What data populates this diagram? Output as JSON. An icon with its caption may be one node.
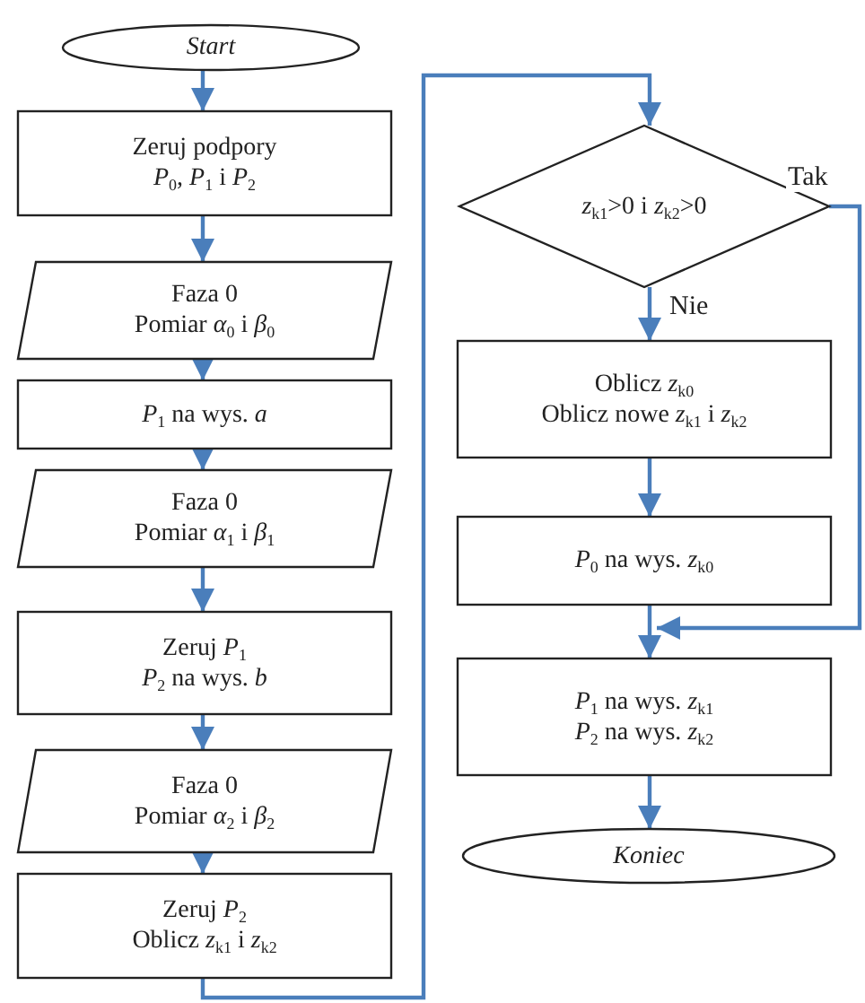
{
  "diagram": {
    "nodes": [
      {
        "text": [
          "Start"
        ]
      },
      {
        "text": [
          "Zeruj podpory",
          "*P*$_{0}$, *P*$_{1}$ i *P*$_{2}$"
        ]
      },
      {
        "text": [
          "Faza 0",
          "Pomiar *α*$_{0}$ i *β*$_{0}$"
        ]
      },
      {
        "text": [
          "*P*$_{1}$ na wys. *a*"
        ]
      },
      {
        "text": [
          "Faza 0",
          "Pomiar *α*$_{1}$ i *β*$_{1}$"
        ]
      },
      {
        "text": [
          "Zeruj *P*$_{1}$",
          "*P*$_{2}$ na wys. *b*"
        ]
      },
      {
        "text": [
          "Faza 0",
          "Pomiar *α*$_{2}$ i *β*$_{2}$"
        ]
      },
      {
        "text": [
          "Zeruj *P*$_{2}$",
          "Oblicz *z*$_{k1}$ i *z*$_{k2}$"
        ]
      },
      {
        "text": [
          "*z*$_{k1}$>0 i *z*$_{k2}$>0"
        ]
      },
      {
        "text": [
          "Oblicz *z*$_{k0}$",
          "Oblicz nowe *z*$_{k1}$ i *z*$_{k2}$"
        ]
      },
      {
        "text": [
          "*P*$_{0}$ na wys. *z*$_{k0}$"
        ]
      },
      {
        "text": [
          "*P*$_{1}$ na wys. *z*$_{k1}$",
          "*P*$_{2}$ na wys. *z*$_{k2}$"
        ]
      },
      {
        "text": [
          "Koniec"
        ]
      }
    ],
    "edges": [
      {
        "from": 0,
        "to": 1,
        "arrow": "to"
      },
      {
        "from": 1,
        "to": 2,
        "arrow": "to"
      },
      {
        "from": 2,
        "to": 3,
        "arrow": "to"
      },
      {
        "from": 3,
        "to": 4,
        "arrow": "to"
      },
      {
        "from": 4,
        "to": 5,
        "arrow": "to"
      },
      {
        "from": 5,
        "to": 6,
        "arrow": "to"
      },
      {
        "from": 6,
        "to": 7,
        "arrow": "to"
      },
      {
        "from": 7,
        "to": 8,
        "arrow": "to"
      },
      {
        "from": 8,
        "to": 9,
        "label": "Nie",
        "arrow": "to"
      },
      {
        "from": 9,
        "to": 10,
        "arrow": "to"
      },
      {
        "from": 10,
        "to": 11,
        "arrow": "to"
      },
      {
        "from": 8,
        "to": 11,
        "label": "Tak",
        "arrow": "to"
      },
      {
        "from": 11,
        "to": 12,
        "arrow": "to"
      }
    ]
  }
}
